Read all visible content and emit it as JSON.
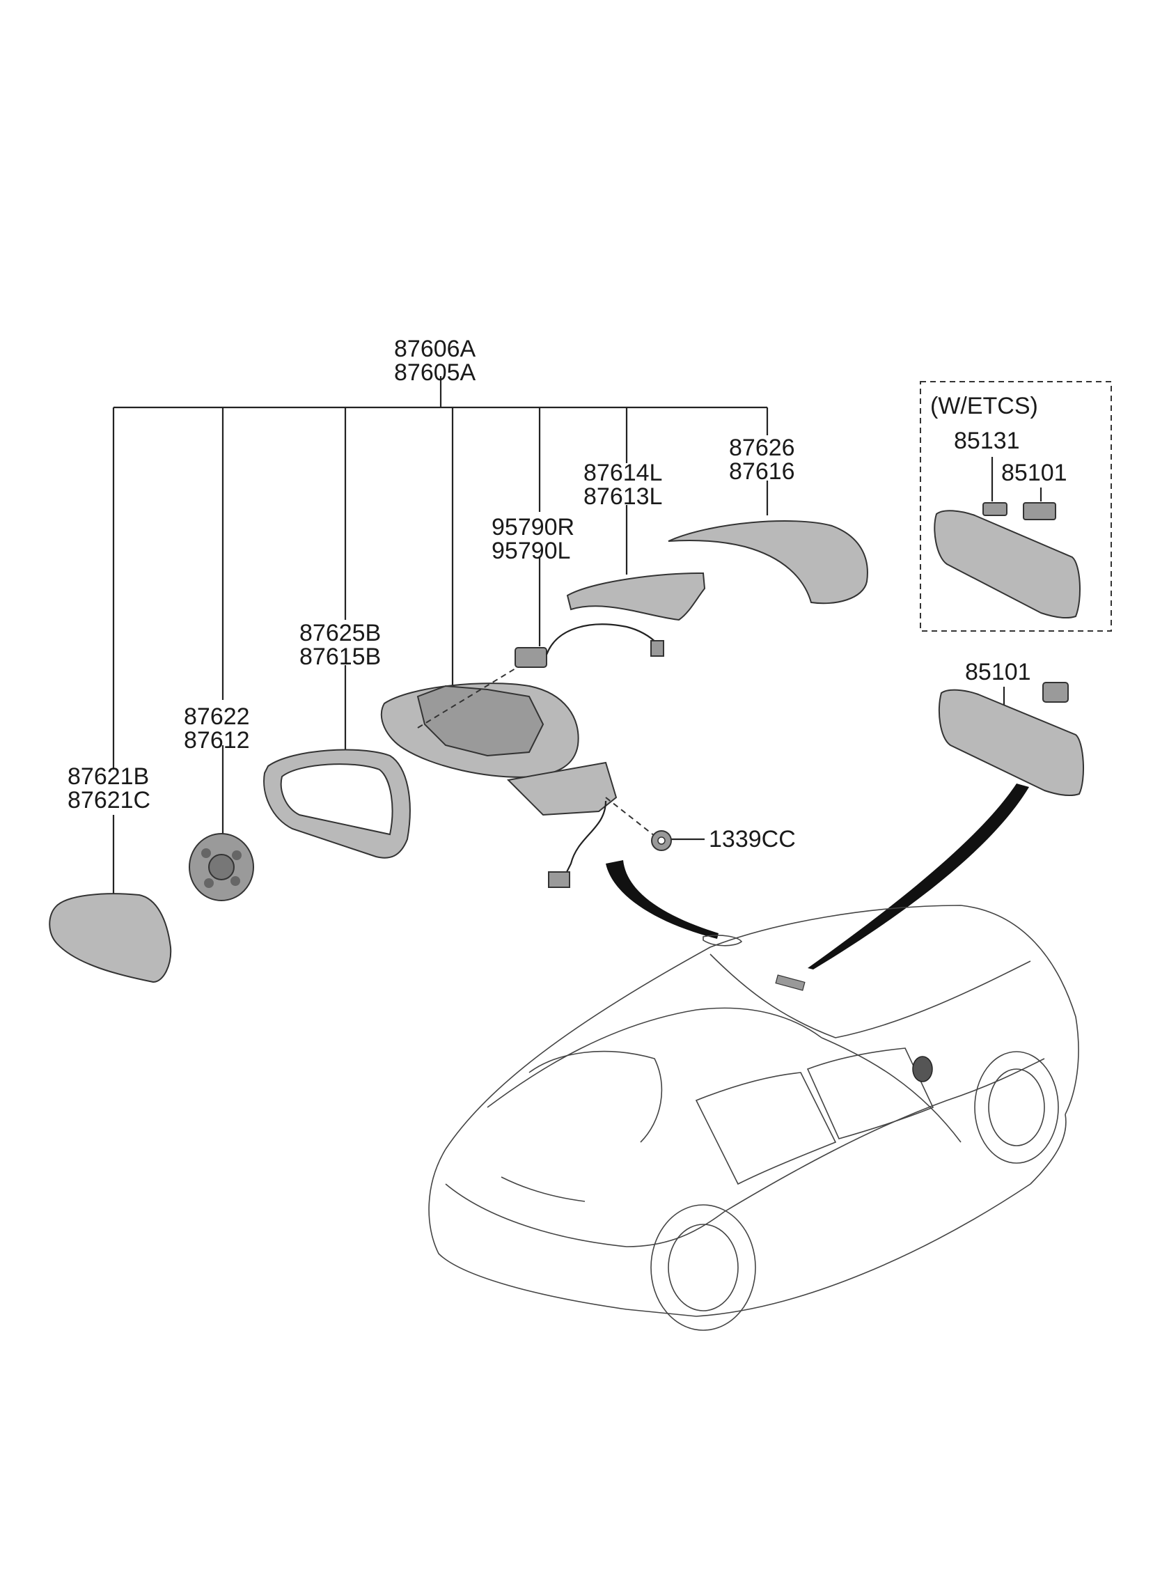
{
  "labels": {
    "assembly_top": "87606A",
    "assembly_bottom": "87605A",
    "cover_top": "87621B",
    "cover_bottom": "87621C",
    "actuator_top": "87622",
    "actuator_bottom": "87612",
    "housing_top": "87625B",
    "housing_bottom": "87615B",
    "camera_top": "95790R",
    "camera_bottom": "95790L",
    "repeater_top": "87614L",
    "repeater_bottom": "87613L",
    "scalp_top": "87626",
    "scalp_bottom": "87616",
    "nut": "1339CC",
    "etcs_title": "(W/ETCS)",
    "etcs_sensor": "85131",
    "etcs_mirror": "85101",
    "inside_mirror": "85101"
  },
  "colors": {
    "part_fill": "#b9b9b9",
    "line": "#222222"
  }
}
